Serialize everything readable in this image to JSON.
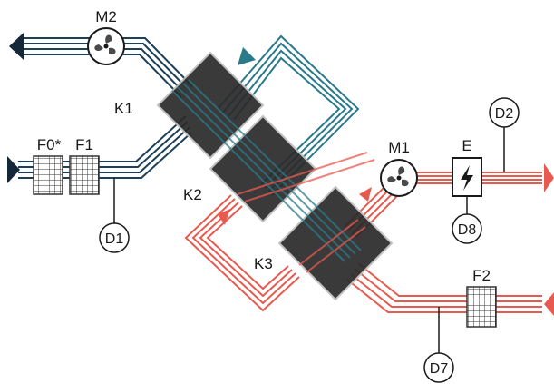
{
  "colors": {
    "exhaust": "#1e4058",
    "exhaust_dark": "#14283a",
    "intake_teal": "#2b7a8a",
    "supply": "#e85a4f",
    "exchanger_dark": "#2a2a2a",
    "exchanger_edge": "#bdbdbd",
    "ink": "#1a1a1a"
  },
  "fans": {
    "m2": {
      "label": "M2",
      "icon": "fan-icon"
    },
    "m1": {
      "label": "M1",
      "icon": "fan-icon"
    }
  },
  "exchangers": [
    {
      "label": "K1"
    },
    {
      "label": "K2"
    },
    {
      "label": "K3"
    }
  ],
  "filters": [
    {
      "label": "F0*"
    },
    {
      "label": "F1"
    },
    {
      "label": "F2"
    }
  ],
  "heater": {
    "label": "E",
    "icon": "lightning-icon"
  },
  "sensors": [
    {
      "label": "D1"
    },
    {
      "label": "D2"
    },
    {
      "label": "D7"
    },
    {
      "label": "D8"
    }
  ]
}
